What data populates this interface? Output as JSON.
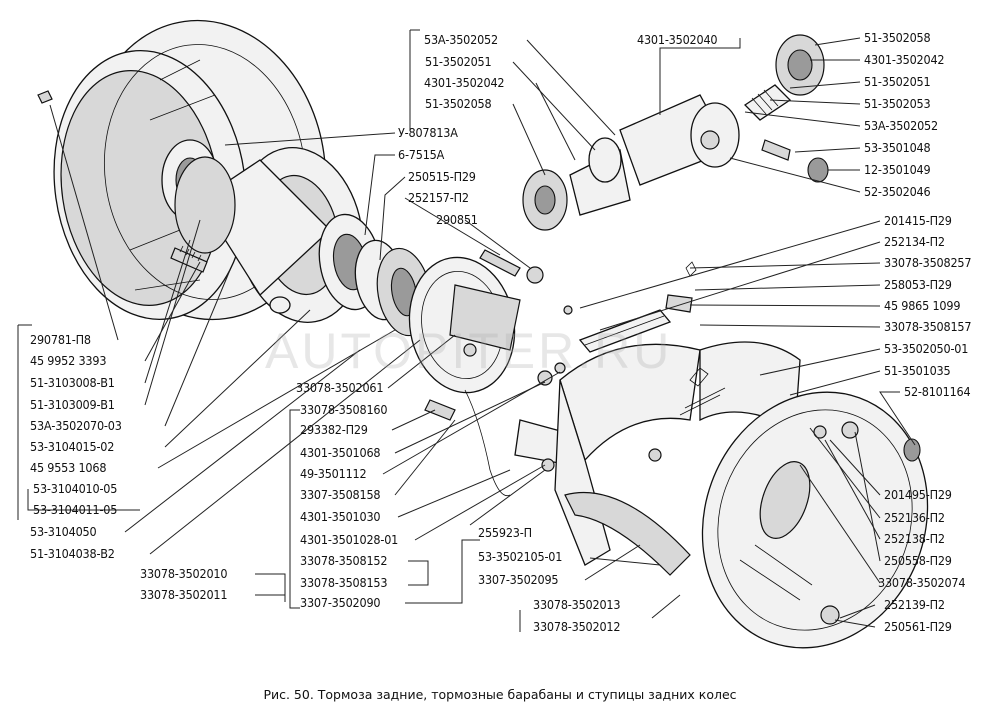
{
  "caption": "Рис. 50. Тормоза задние, тормозные барабаны и ступицы задних колес",
  "watermark": "AUTOPITER.RU",
  "labels": {
    "l_53A_3502052_a": "53А-3502052",
    "l_4301_3502040": "4301-3502040",
    "l_51_3502051_a": "51-3502051",
    "l_4301_3502042_a": "4301-3502042",
    "l_51_3502058_a": "51-3502058",
    "l_51_3502058_b": "51-3502058",
    "l_4301_3502042_b": "4301-3502042",
    "l_51_3502051_b": "51-3502051",
    "l_51_3502053": "51-3502053",
    "l_53A_3502052_b": "53А-3502052",
    "l_53_3501048": "53-3501048",
    "l_12_3501049": "12-3501049",
    "l_52_3502046": "52-3502046",
    "l_y_807813A": "У-807813А",
    "l_6_7515A": "6-7515А",
    "l_250515_P29": "250515-П29",
    "l_252157_P2": "252157-П2",
    "l_290851": "290851",
    "l_201415_P29": "201415-П29",
    "l_252134_P2": "252134-П2",
    "l_33078_3508257": "33078-3508257",
    "l_258053_P29": "258053-П29",
    "l_45_9865_1099": "45 9865 1099",
    "l_33078_3508157": "33078-3508157",
    "l_53_3502050_01": "53-3502050-01",
    "l_51_3501035": "51-3501035",
    "l_52_8101164": "52-8101164",
    "l_290781_P8": "290781-П8",
    "l_45_9952_3393": "45 9952 3393",
    "l_51_3103008_B1": "51-3103008-В1",
    "l_51_3103009_B1": "51-3103009-В1",
    "l_53A_3502070_03": "53А-3502070-03",
    "l_53_3104015_02": "53-3104015-02",
    "l_45_9553_1068": "45 9553 1068",
    "l_53_3104010_05": "53-3104010-05",
    "l_53_3104011_05": "53-3104011-05",
    "l_53_3104050": "53-3104050",
    "l_51_3104038_B2": "51-3104038-В2",
    "l_33078_3502010": "33078-3502010",
    "l_33078_3502011": "33078-3502011",
    "l_33078_3502061": "33078-3502061",
    "l_33078_3508160": "33078-3508160",
    "l_293382_P29": "293382-П29",
    "l_4301_3501068": "4301-3501068",
    "l_49_3501112": "49-3501112",
    "l_3307_3508158": "3307-3508158",
    "l_4301_3501030": "4301-3501030",
    "l_4301_3501028_01": "4301-3501028-01",
    "l_33078_3508152": "33078-3508152",
    "l_33078_3508153": "33078-3508153",
    "l_3307_3502090": "3307-3502090",
    "l_255923_P": "255923-П",
    "l_53_3502105_01": "53-3502105-01",
    "l_3307_3502095": "3307-3502095",
    "l_33078_3502013": "33078-3502013",
    "l_33078_3502012": "33078-3502012",
    "l_201495_P29": "201495-П29",
    "l_252136_P2": "252136-П2",
    "l_252138_P2": "252138-П2",
    "l_250558_P29": "250558-П29",
    "l_33078_3502074": "33078-3502074",
    "l_252139_P2": "252139-П2",
    "l_250561_P29": "250561-П29"
  }
}
